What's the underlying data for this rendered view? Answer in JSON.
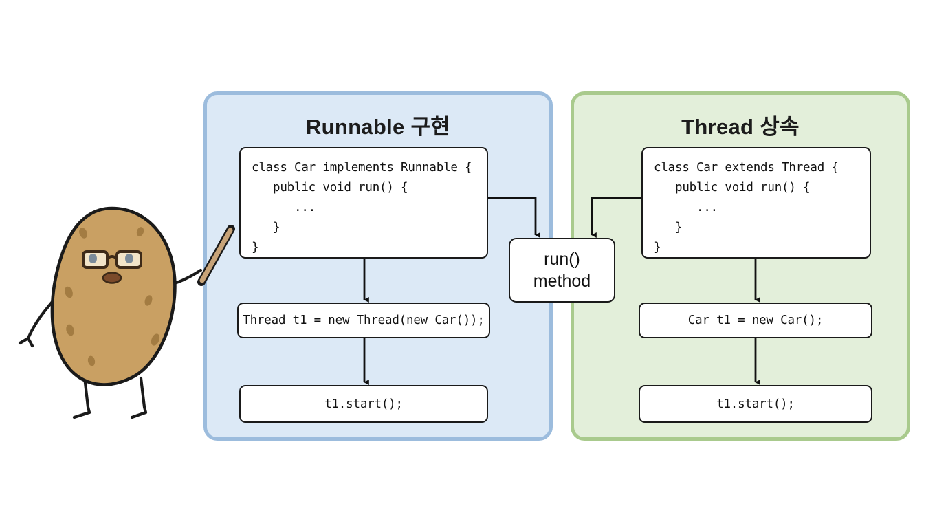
{
  "diagram": {
    "title_left": "Runnable 구현",
    "title_right": "Thread 상속",
    "center": {
      "line1": "run()",
      "line2": "method"
    },
    "left_panel": {
      "code": "class Car implements Runnable {\n   public void run() {\n      ...\n   }\n}",
      "make_thread": "Thread t1 = new Thread(new Car());",
      "start_thread": "t1.start();"
    },
    "right_panel": {
      "code": "class Car extends Thread {\n   public void run() {\n      ...\n   }\n}",
      "make_thread": "Car t1 = new Car();",
      "start_thread": "t1.start();"
    },
    "colors": {
      "panel_blue_fill": "#dce9f6",
      "panel_blue_border": "#9cbcdd",
      "panel_green_fill": "#e3efda",
      "panel_green_border": "#a9ca8d",
      "box_fill": "#ffffff",
      "box_border": "#1a1a1a",
      "arrow": "#111111",
      "potato_fill": "#c9a063",
      "potato_outline": "#1a1a1a",
      "potato_spot": "#a37c42",
      "glasses_lens": "#f2e4c8",
      "glasses_frame": "#3d2a18",
      "pupil": "#7b8b9a",
      "mouth": "#7b4a2a",
      "pointer_stick": "#c7a378"
    }
  }
}
